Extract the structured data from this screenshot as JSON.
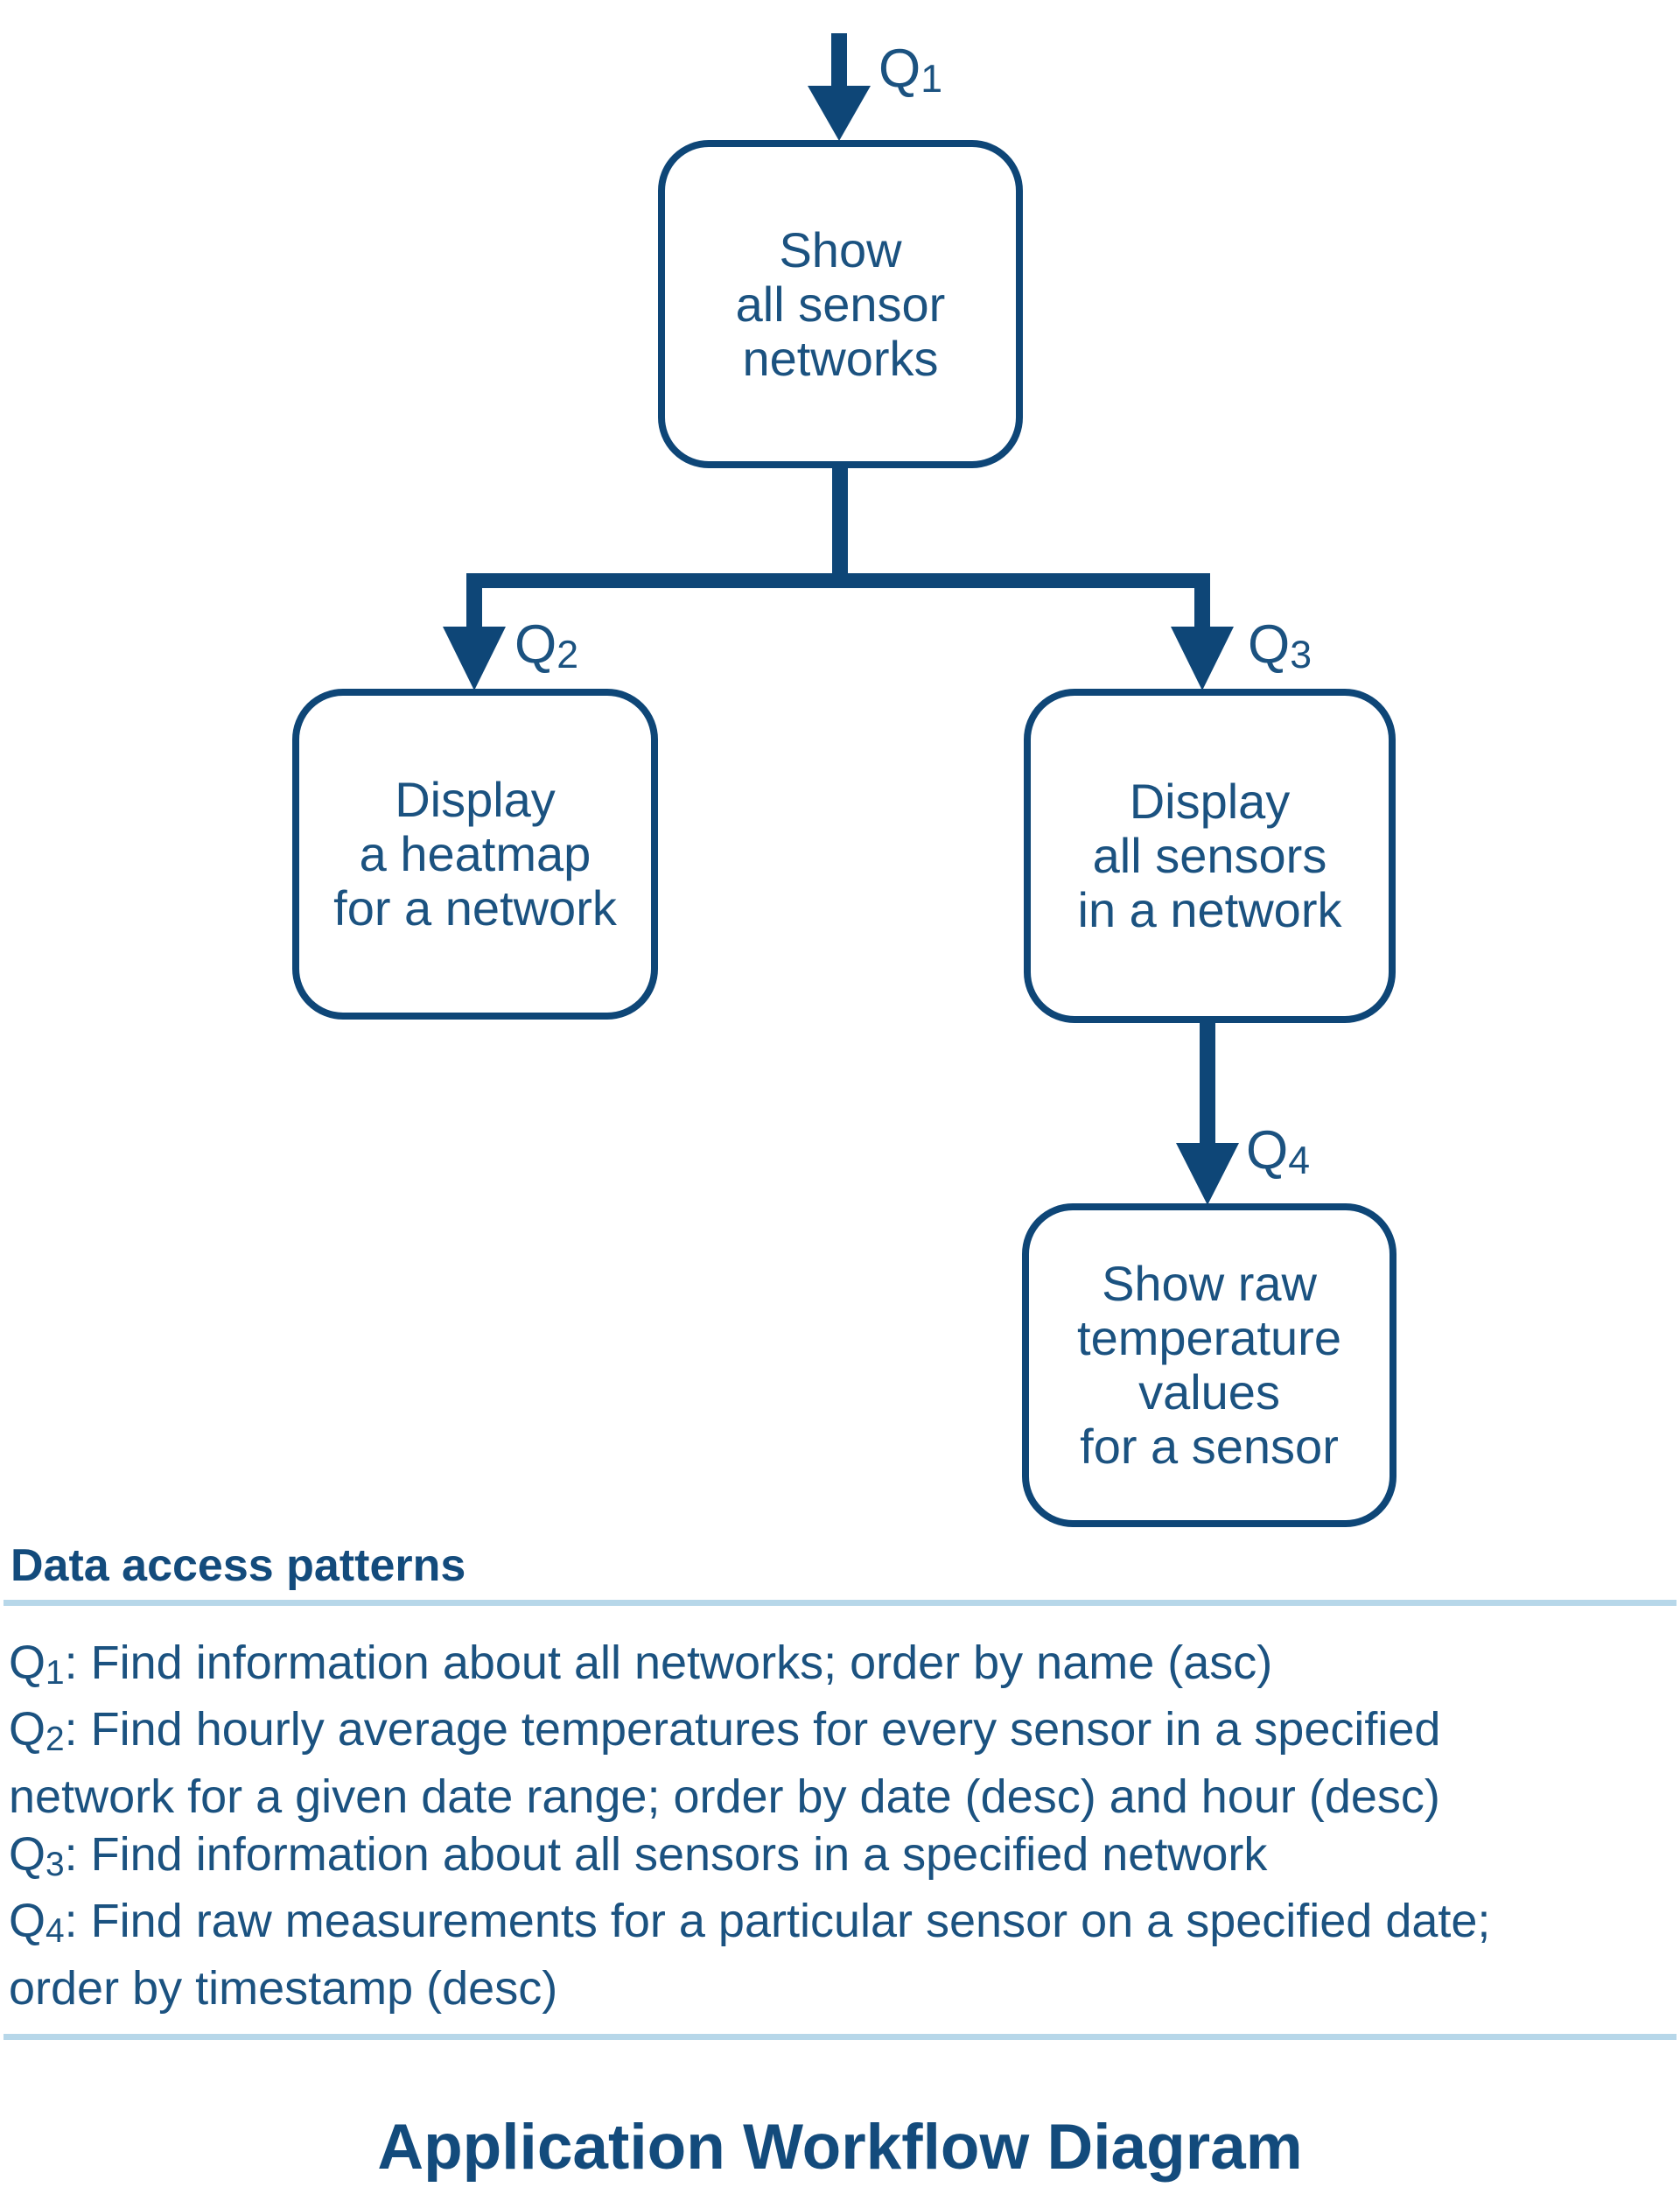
{
  "palette": {
    "navy_shape": "#0E4677",
    "navy_text": "#1B5280",
    "heading_text": "#134B7C",
    "light_rule": "#B7D7E9",
    "background": "#FFFFFF"
  },
  "diagram": {
    "nodes": {
      "top": {
        "lines": [
          "Show",
          "all sensor",
          "networks"
        ]
      },
      "left": {
        "lines": [
          "Display",
          "a heatmap",
          "for a network"
        ]
      },
      "right": {
        "lines": [
          "Display",
          "all sensors",
          "in a network"
        ]
      },
      "bottom": {
        "lines": [
          "Show raw",
          "temperature",
          "values",
          "for a sensor"
        ]
      }
    },
    "arrows": {
      "q1": {
        "base": "Q",
        "sub": "1"
      },
      "q2": {
        "base": "Q",
        "sub": "2"
      },
      "q3": {
        "base": "Q",
        "sub": "3"
      },
      "q4": {
        "base": "Q",
        "sub": "4"
      }
    }
  },
  "patterns": {
    "heading": "Data access patterns",
    "items": [
      {
        "q": "Q",
        "sub": "1",
        "lines": [
          ": Find information about all networks; order by name (asc)"
        ]
      },
      {
        "q": "Q",
        "sub": "2",
        "lines": [
          ": Find hourly average temperatures for every sensor in a specified",
          "network for a given date range; order by date (desc) and hour (desc)"
        ]
      },
      {
        "q": "Q",
        "sub": "3",
        "lines": [
          ": Find information about all sensors in a specified network"
        ]
      },
      {
        "q": "Q",
        "sub": "4",
        "lines": [
          ": Find raw measurements for a particular sensor on a specified date;",
          "order by timestamp (desc)"
        ]
      }
    ]
  },
  "footer": {
    "title": "Application Workflow Diagram"
  }
}
